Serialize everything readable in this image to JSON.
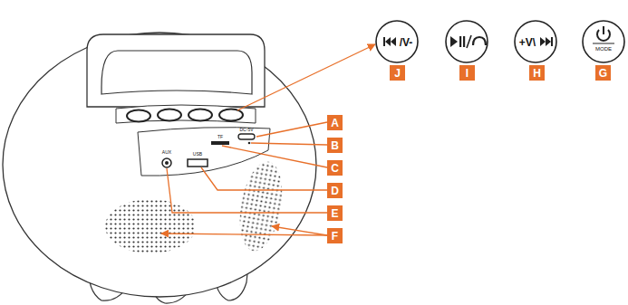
{
  "diagram": {
    "nodes": [
      {
        "text": [
          "J"
        ]
      },
      {
        "text": [
          "I"
        ]
      },
      {
        "text": [
          "H"
        ]
      },
      {
        "text": [
          "G"
        ]
      },
      {
        "text": [
          "A"
        ]
      },
      {
        "text": [
          "B"
        ]
      },
      {
        "text": [
          "C"
        ]
      },
      {
        "text": [
          "D"
        ]
      },
      {
        "text": [
          "E"
        ]
      },
      {
        "text": [
          "F"
        ]
      }
    ],
    "labels": [
      "/V-",
      "+V\\",
      "MODE",
      "AUX",
      "USB",
      "TF",
      "DC-5V"
    ]
  }
}
